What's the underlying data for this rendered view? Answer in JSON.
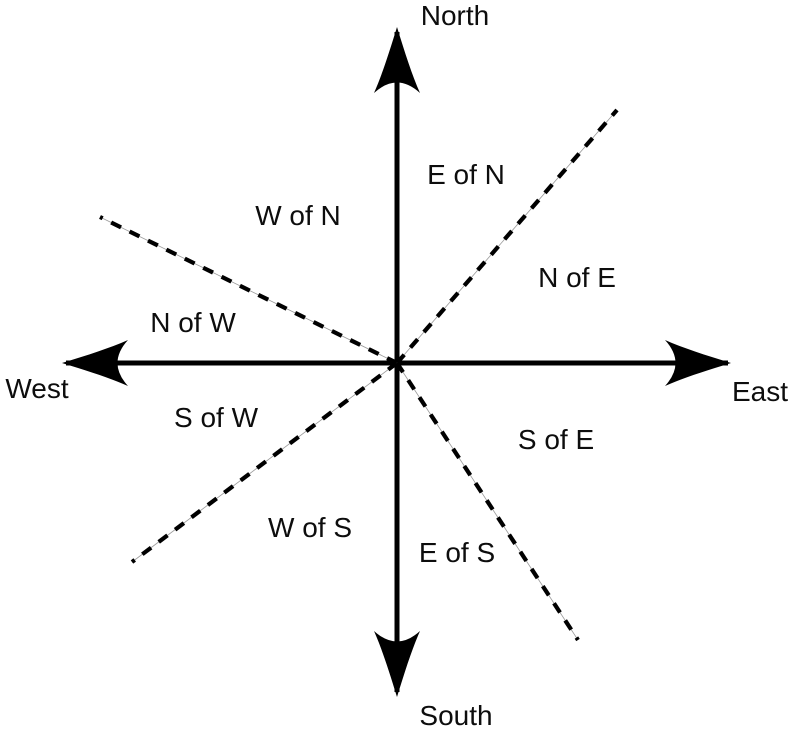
{
  "figure": {
    "title": "compass-direction-conventions-diagram",
    "background_color": "#ffffff",
    "line_color": "#000000",
    "hairline_color": "#999999",
    "text_color": "#0d0d0d",
    "axis_labels": {
      "north": "North",
      "south": "South",
      "east": "East",
      "west": "West"
    },
    "octant_labels": {
      "e_of_n": "E of N",
      "w_of_n": "W of N",
      "n_of_e": "N of E",
      "n_of_w": "N of W",
      "s_of_e": "S of E",
      "s_of_w": "S of W",
      "e_of_s": "E of S",
      "w_of_s": "W of S"
    }
  }
}
